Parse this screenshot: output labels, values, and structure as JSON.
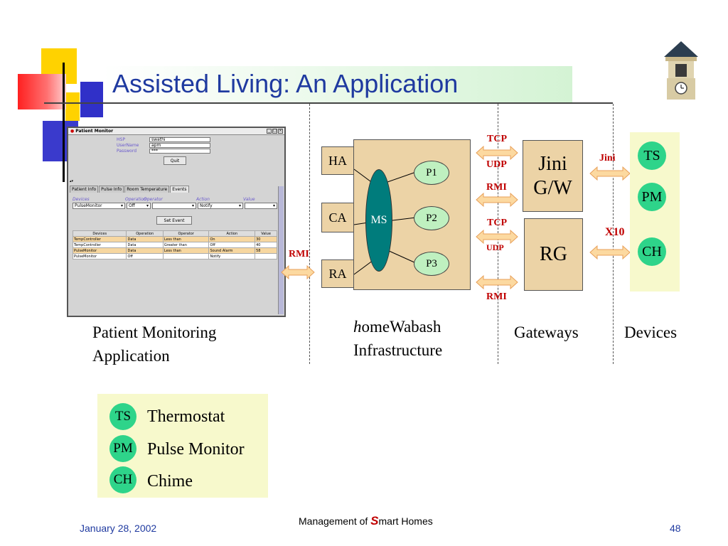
{
  "title": "Assisted Living: An Application",
  "app": {
    "window_title": "Patient Monitor",
    "form": [
      {
        "label": "HSP",
        "value": "swathi"
      },
      {
        "label": "UserName",
        "value": "apm"
      },
      {
        "label": "Password",
        "value": "***"
      }
    ],
    "quit_label": "Quit",
    "tabs": [
      "Patient Info",
      "Pulse Info",
      "Room Temperature",
      "Events"
    ],
    "header_labels": [
      "Devices",
      "Operation",
      "Operator",
      "Action",
      "Value"
    ],
    "selects": [
      "PulseMonitor",
      "Off",
      "",
      "Notify"
    ],
    "set_event_label": "Set Event",
    "table_columns": [
      "Devices",
      "Operation",
      "Operator",
      "Action",
      "Value"
    ],
    "table_rows": [
      [
        "TempController",
        "Data",
        "Less than",
        "On",
        "30"
      ],
      [
        "TempController",
        "Data",
        "Greater than",
        "Off",
        "40"
      ],
      [
        "PulseMonitor",
        "Data",
        "Less than",
        "Sound Alarm",
        "58"
      ],
      [
        "PulseMonitor",
        "Off",
        "",
        "Notify",
        ""
      ]
    ]
  },
  "infra": {
    "left_nodes": [
      "HA",
      "CA",
      "RA"
    ],
    "ms": "MS",
    "p_nodes": [
      "P1",
      "P2",
      "P3"
    ],
    "rmi_left": "RMI"
  },
  "gateways": {
    "jini": "Jini G/W",
    "rg": "RG",
    "tcp1": "TCP",
    "udp1": "UDP",
    "rmi1": "RMI",
    "tcp2": "TCP",
    "udp2": "UDP",
    "rmi2": "RMI",
    "jini_proto": "Jini",
    "x10_proto": "X10"
  },
  "devices": [
    "TS",
    "PM",
    "CH"
  ],
  "captions": {
    "patient_app_line1": "Patient Monitoring",
    "patient_app_line2": "Application",
    "infra_h": "h",
    "infra_line1_rest": "omeWabash",
    "infra_line2": "Infrastructure",
    "gateways": "Gateways",
    "devices": "Devices"
  },
  "legend": [
    {
      "code": "TS",
      "name": "Thermostat"
    },
    {
      "code": "PM",
      "name": "Pulse Monitor"
    },
    {
      "code": "CH",
      "name": "Chime"
    }
  ],
  "footer": {
    "date": "January 28, 2002",
    "center_prefix": "Management of ",
    "center_s": "S",
    "center_suffix": "mart Homes",
    "page": "48"
  }
}
